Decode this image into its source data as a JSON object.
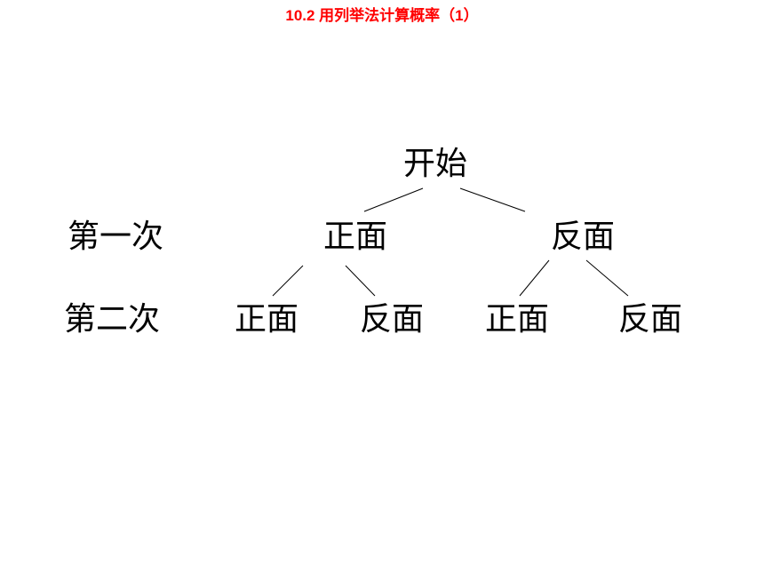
{
  "title": "10.2 用列举法计算概率（1）",
  "colors": {
    "title": "#ff0000",
    "text": "#000000",
    "background": "#ffffff"
  },
  "row_labels": {
    "first": "第一次",
    "second": "第二次"
  },
  "tree": {
    "root": "开始",
    "level1": [
      {
        "label": "正面",
        "children": [
          "正面",
          "反面"
        ]
      },
      {
        "label": "反面",
        "children": [
          "正面",
          "反面"
        ]
      }
    ]
  }
}
